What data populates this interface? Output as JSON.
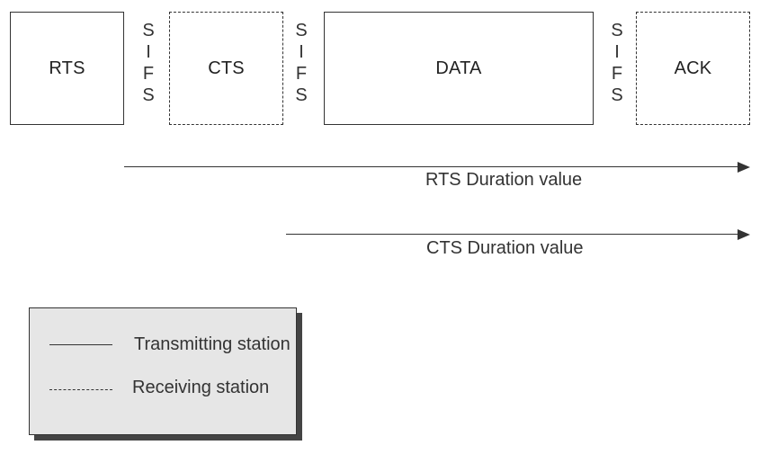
{
  "frames": {
    "rts": "RTS",
    "cts": "CTS",
    "data": "DATA",
    "ack": "ACK"
  },
  "sifs_letters": [
    "S",
    "I",
    "F",
    "S"
  ],
  "arrows": {
    "rts_duration": "RTS Duration value",
    "cts_duration": "CTS Duration value"
  },
  "legend": {
    "transmitting": "Transmitting station",
    "receiving": "Receiving station"
  }
}
